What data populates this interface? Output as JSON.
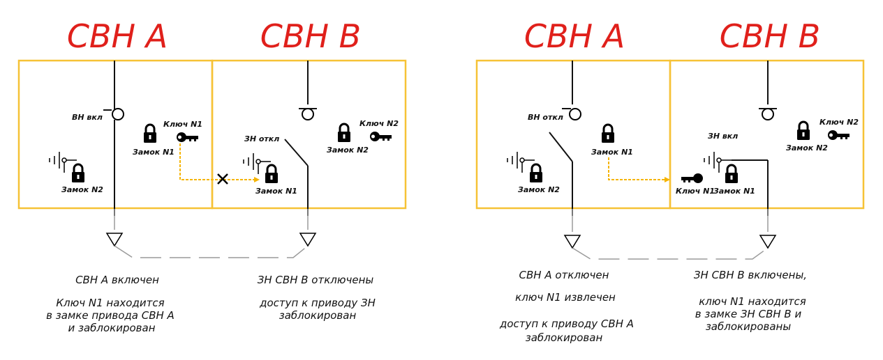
{
  "left_panel": {
    "title_a": "СВН А",
    "title_b": "СВН В",
    "vn_state": "ВН вкл",
    "zn_state": "ЗН откл",
    "key1": "Ключ N1",
    "key2": "Ключ N2",
    "lock1_a": "Замок N1",
    "lock1_b": "Замок N1",
    "lock2_a": "Замок N2",
    "lock2_b": "Замок N2",
    "caption_a": [
      "СВН А включен",
      "",
      "Ключ N1 находится",
      "в   замке привода СВН А",
      "и заблокирован"
    ],
    "caption_b": [
      "ЗН СВН В отключены",
      "",
      "доступ к приводу ЗН",
      "заблокирован"
    ]
  },
  "right_panel": {
    "title_a": "СВН А",
    "title_b": "СВН В",
    "vn_state": "ВН откл",
    "zn_state": "ЗН вкл",
    "key1": "Ключ N1",
    "key2": "Ключ N2",
    "lock1_a": "Замок N1",
    "lock1_b": "Замок N1",
    "lock2_a": "Замок N2",
    "lock2_b": "Замок N2",
    "caption_a": [
      "СВН А отключен",
      "",
      "ключ N1 извлечен",
      "",
      "доступ к приводу СВН А",
      "заблокирован"
    ],
    "caption_b": [
      "ЗН СВН В включены,",
      "",
      "ключ N1 находится",
      "в замке ЗН СВН В и",
      "заблокированы"
    ]
  },
  "colors": {
    "title": "#e0201b",
    "frame": "#f6c236",
    "arrow": "#f5b400"
  }
}
